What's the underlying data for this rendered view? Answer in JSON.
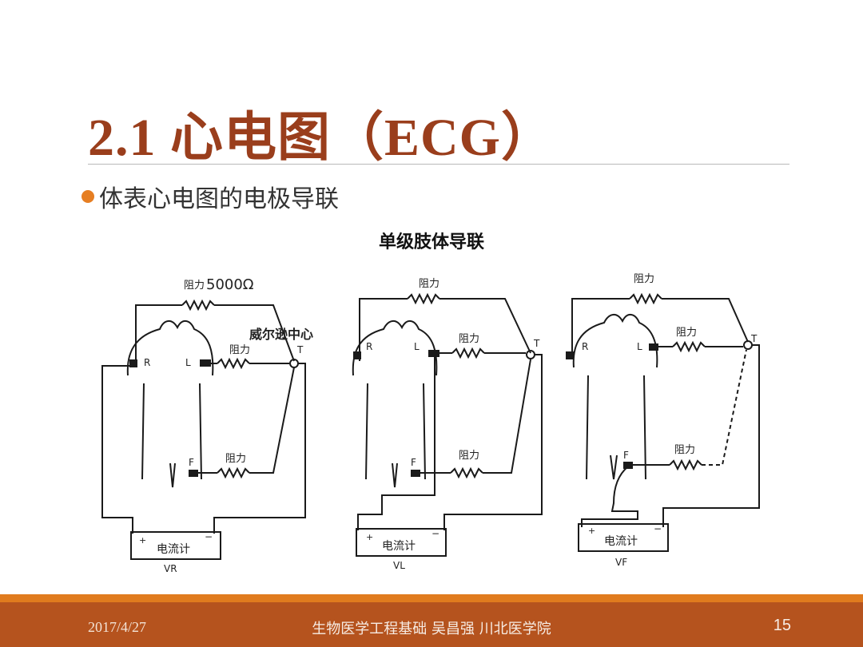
{
  "slide": {
    "title": "2.1 心电图（ECG）",
    "bullet": "体表心电图的电极导联",
    "subheading": "单级肢体导联",
    "colors": {
      "title": "#9a3e1c",
      "bullet": "#e67e22",
      "footer": "#b5531e",
      "footer_accent": "#e07b1e"
    }
  },
  "diagram": {
    "resistance_label": "阻力",
    "resistance_value": "5000Ω",
    "wilson_label": "威尔逊中心",
    "terminal": "T",
    "electrodes": {
      "right_arm": "R",
      "left_arm": "L",
      "foot": "F"
    },
    "galvanometer": "电流计",
    "plus": "+",
    "minus": "−",
    "leads": [
      "VR",
      "VL",
      "VF"
    ]
  },
  "footer": {
    "date": "2017/4/27",
    "center": "生物医学工程基础 吴昌强 川北医学院",
    "page": "15"
  }
}
